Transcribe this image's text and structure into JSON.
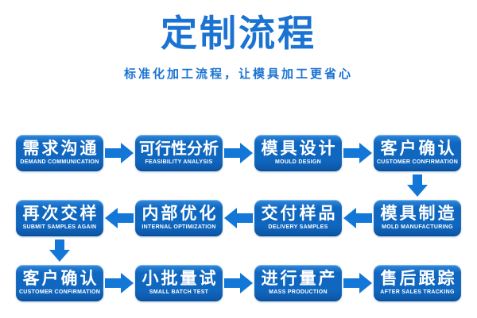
{
  "header": {
    "title": "定制流程",
    "subtitle": "标准化加工流程，让模具加工更省心"
  },
  "colors": {
    "background": "#ffffff",
    "title_blue": "#1a73d2",
    "box_fill_top": "#2e88dc",
    "box_fill": "#1067c0",
    "box_fill_bottom": "#0c56a6",
    "arrow_blue": "#1377d8",
    "box_text": "#ffffff"
  },
  "flow": {
    "direction_note": "row1 left-to-right, down at right end, row2 right-to-left, down at left end, row3 left-to-right",
    "steps": [
      {
        "zh": "需求沟通",
        "en": "DEMAND COMMUNICATION"
      },
      {
        "zh": "可行性分析",
        "en": "FEASIBILITY ANALYSIS"
      },
      {
        "zh": "模具设计",
        "en": "MOULD DESIGN"
      },
      {
        "zh": "客户确认",
        "en": "CUSTOMER CONFIRMATION"
      },
      {
        "zh": "模具制造",
        "en": "MOLD MANUFACTURING"
      },
      {
        "zh": "交付样品",
        "en": "DELIVERY SAMPLES"
      },
      {
        "zh": "内部优化",
        "en": "INTERNAL OPTIMIZATION"
      },
      {
        "zh": "再次交样",
        "en": "SUBMIT SAMPLES AGAIN"
      },
      {
        "zh": "客户确认",
        "en": "CUSTOMER CONFIRMATION"
      },
      {
        "zh": "小批量试",
        "en": "SMALL BATCH TEST"
      },
      {
        "zh": "进行量产",
        "en": "MASS PRODUCTION"
      },
      {
        "zh": "售后跟踪",
        "en": "AFTER SALES TRACKING"
      }
    ]
  }
}
